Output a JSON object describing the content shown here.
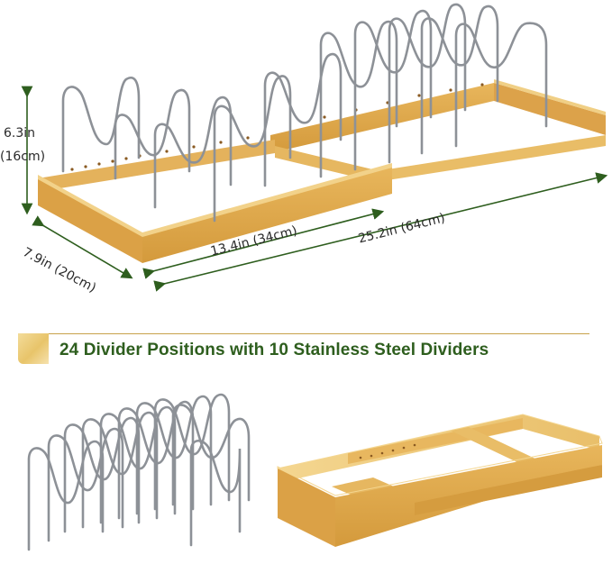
{
  "dimensions": {
    "height_in": "6.3in",
    "height_cm": "(16cm)",
    "depth": "7.9in (20cm)",
    "min_length": "13.4in (34cm)",
    "max_length": "25.2in (64cm)"
  },
  "feature_banner": {
    "text": "24 Divider Positions with 10 Stainless Steel Dividers"
  },
  "colors": {
    "bamboo_light": "#f0cf80",
    "bamboo_mid": "#e2b45a",
    "bamboo_dark": "#c98f33",
    "steel": "#8d9197",
    "arrow_green": "#2e5e1e",
    "banner_text": "#2e5e1e"
  }
}
